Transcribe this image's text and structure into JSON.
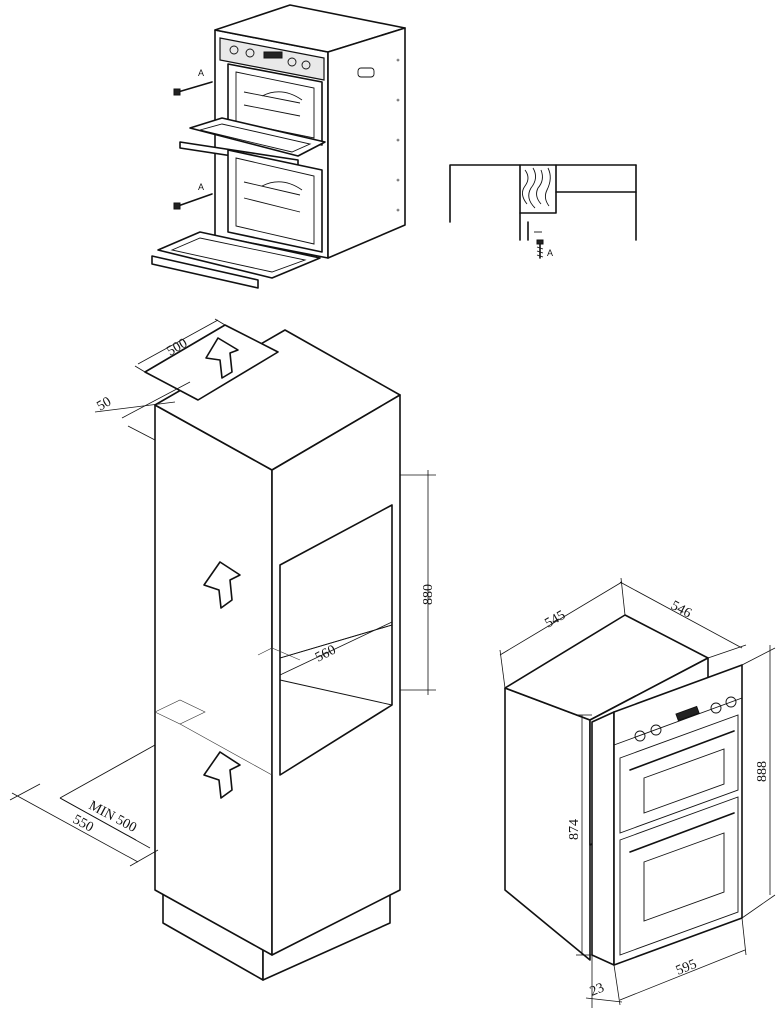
{
  "callouts": {
    "screw_top": "A",
    "screw_bottom": "A",
    "screw_detail": "A"
  },
  "dimensions": {
    "vent_depth": "500",
    "vent_gap": "50",
    "niche_height": "880",
    "niche_width": "560",
    "floor_min_depth": "MIN 500",
    "cabinet_depth": "550",
    "oven_top_depth": "545",
    "oven_top_width": "546",
    "oven_body_height": "874",
    "oven_total_height": "888",
    "oven_front_width": "595",
    "oven_fascia_depth": "23"
  }
}
